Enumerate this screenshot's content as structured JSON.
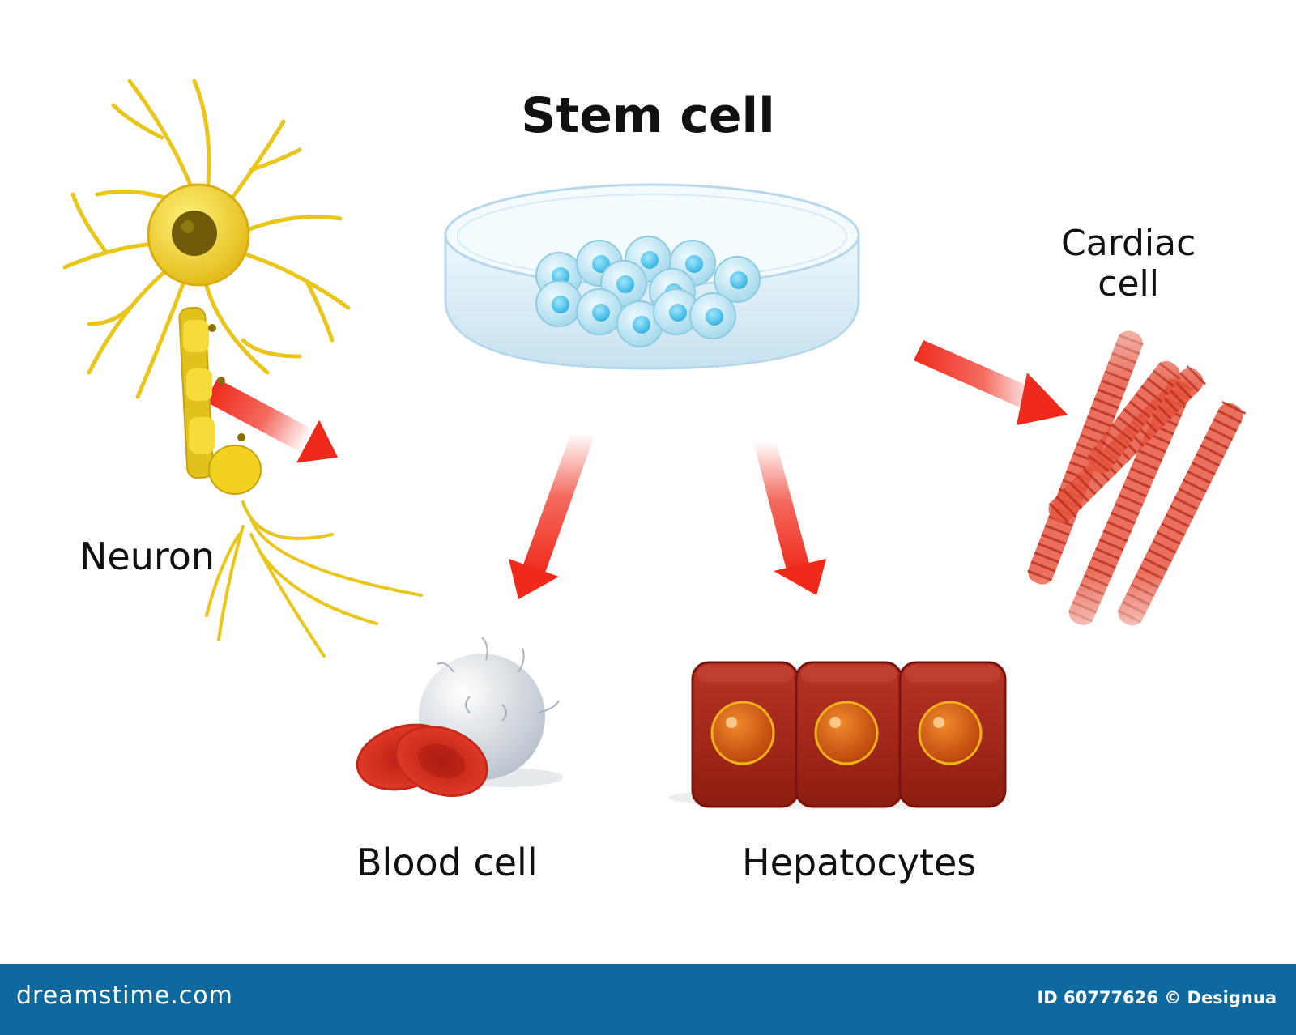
{
  "diagram": {
    "title": "Stem cell",
    "targets": [
      {
        "key": "neuron",
        "label": "Neuron"
      },
      {
        "key": "blood",
        "label": "Blood cell"
      },
      {
        "key": "hepatocytes",
        "label": "Hepatocytes"
      },
      {
        "key": "cardiac",
        "label_line1": "Cardiac",
        "label_line2": "cell"
      }
    ]
  },
  "footer": {
    "site": "dreamstime.com",
    "image_id": "ID 60777626 © Designua"
  },
  "colors": {
    "arrow": "#ef2a1a",
    "neuron": "#f2d21e",
    "dish": "#dbeef8",
    "stem_cell": "#7fd3ee",
    "red_blood_cell": "#d92a1c",
    "white_blood_cell": "#e8edf2",
    "hepatocyte": "#a8241a",
    "hepatocyte_nucleus": "#d95a0c",
    "cardiac": "#e85a45",
    "footer_bg": "#0e6a9e"
  }
}
